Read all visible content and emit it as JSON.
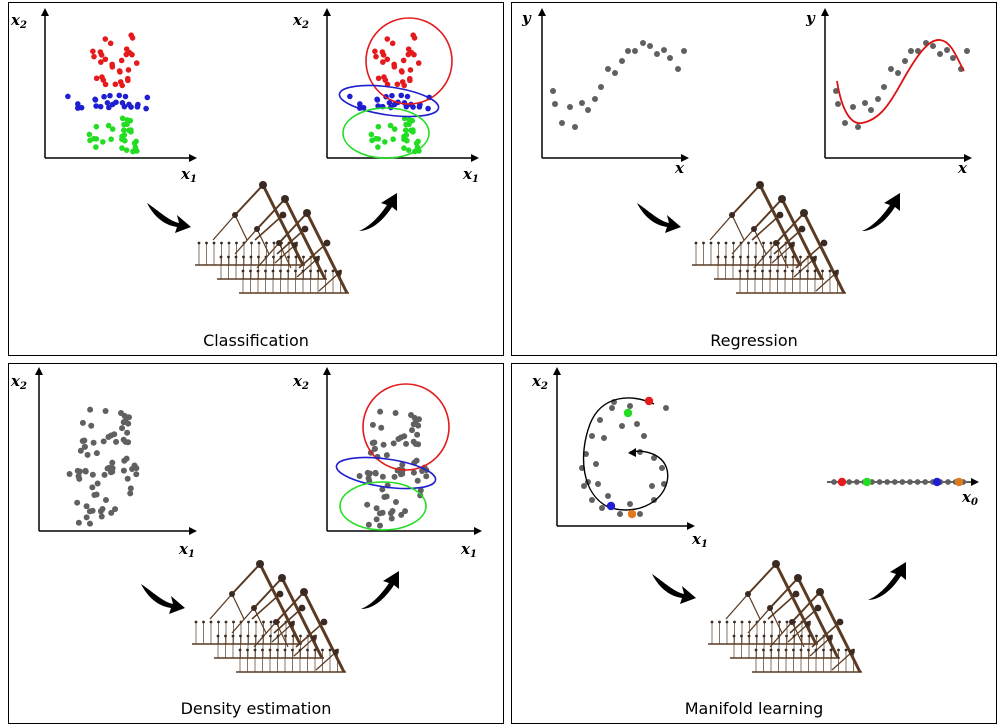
{
  "panels": {
    "classification": {
      "title": "Classification",
      "x_axis": "x",
      "x_sub": "1",
      "y_axis": "x",
      "y_sub": "2"
    },
    "regression": {
      "title": "Regression",
      "x_axis": "x",
      "y_axis": "y"
    },
    "density": {
      "title": "Density estimation",
      "x_axis": "x",
      "x_sub": "1",
      "y_axis": "x",
      "y_sub": "2"
    },
    "manifold": {
      "title": "Manifold learning",
      "x_axis": "x",
      "x_sub": "1",
      "y_axis": "x",
      "y_sub": "2",
      "line_axis": "x",
      "line_sub": "0"
    }
  },
  "colors": {
    "red": "#e41a1c",
    "blue": "#1f1fd0",
    "green": "#22dd22",
    "gray": "#606060",
    "orange": "#e07a1a",
    "curve": "#dd1111",
    "arrow": "#000000",
    "branch": "#5a3a22"
  },
  "icons": [
    "curved-arrow-icon",
    "random-forest-icon"
  ]
}
